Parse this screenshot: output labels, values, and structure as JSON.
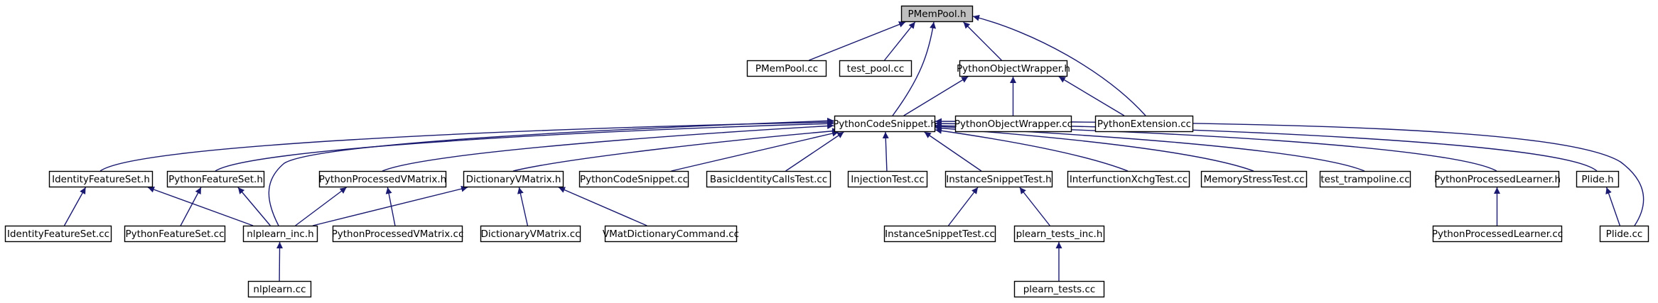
{
  "diagram": {
    "edge_color": "#191970",
    "root_fill": "#bfbfbf",
    "nodes": [
      {
        "id": "pmempool_h",
        "label": "PMemPool.h",
        "root": true
      },
      {
        "id": "pmempool_cc",
        "label": "PMemPool.cc"
      },
      {
        "id": "test_pool_cc",
        "label": "test_pool.cc"
      },
      {
        "id": "python_object_wrapper_h",
        "label": "PythonObjectWrapper.h"
      },
      {
        "id": "python_code_snippet_h",
        "label": "PythonCodeSnippet.h"
      },
      {
        "id": "python_object_wrapper_cc",
        "label": "PythonObjectWrapper.cc"
      },
      {
        "id": "python_extension_cc",
        "label": "PythonExtension.cc"
      },
      {
        "id": "identity_feature_set_h",
        "label": "IdentityFeatureSet.h"
      },
      {
        "id": "python_feature_set_h",
        "label": "PythonFeatureSet.h"
      },
      {
        "id": "python_processed_vmatrix_h",
        "label": "PythonProcessedVMatrix.h"
      },
      {
        "id": "dictionary_vmatrix_h",
        "label": "DictionaryVMatrix.h"
      },
      {
        "id": "python_code_snippet_cc",
        "label": "PythonCodeSnippet.cc"
      },
      {
        "id": "basic_identity_calls_test_cc",
        "label": "BasicIdentityCallsTest.cc"
      },
      {
        "id": "injection_test_cc",
        "label": "InjectionTest.cc"
      },
      {
        "id": "instance_snippet_test_h",
        "label": "InstanceSnippetTest.h"
      },
      {
        "id": "interfunction_xchg_test_cc",
        "label": "InterfunctionXchgTest.cc"
      },
      {
        "id": "memory_stress_test_cc",
        "label": "MemoryStressTest.cc"
      },
      {
        "id": "test_trampoline_cc",
        "label": "test_trampoline.cc"
      },
      {
        "id": "python_processed_learner_h",
        "label": "PythonProcessedLearner.h"
      },
      {
        "id": "plide_h",
        "label": "Plide.h"
      },
      {
        "id": "identity_feature_set_cc",
        "label": "IdentityFeatureSet.cc"
      },
      {
        "id": "python_feature_set_cc",
        "label": "PythonFeatureSet.cc"
      },
      {
        "id": "nlplearn_inc_h",
        "label": "nlplearn_inc.h"
      },
      {
        "id": "python_processed_vmatrix_cc",
        "label": "PythonProcessedVMatrix.cc"
      },
      {
        "id": "dictionary_vmatrix_cc",
        "label": "DictionaryVMatrix.cc"
      },
      {
        "id": "vmat_dictionary_command_cc",
        "label": "VMatDictionaryCommand.cc"
      },
      {
        "id": "instance_snippet_test_cc",
        "label": "InstanceSnippetTest.cc"
      },
      {
        "id": "plearn_tests_inc_h",
        "label": "plearn_tests_inc.h"
      },
      {
        "id": "python_processed_learner_cc",
        "label": "PythonProcessedLearner.cc"
      },
      {
        "id": "plide_cc",
        "label": "Plide.cc"
      },
      {
        "id": "nlplearn_cc",
        "label": "nlplearn.cc"
      },
      {
        "id": "plearn_tests_cc",
        "label": "plearn_tests.cc"
      }
    ],
    "edges": [
      {
        "from": "pmempool_cc",
        "to": "pmempool_h"
      },
      {
        "from": "test_pool_cc",
        "to": "pmempool_h"
      },
      {
        "from": "python_object_wrapper_h",
        "to": "pmempool_h"
      },
      {
        "from": "python_code_snippet_h",
        "to": "pmempool_h"
      },
      {
        "from": "python_extension_cc",
        "to": "pmempool_h"
      },
      {
        "from": "python_code_snippet_h",
        "to": "python_object_wrapper_h"
      },
      {
        "from": "python_object_wrapper_cc",
        "to": "python_object_wrapper_h"
      },
      {
        "from": "python_extension_cc",
        "to": "python_object_wrapper_h"
      },
      {
        "from": "identity_feature_set_h",
        "to": "python_code_snippet_h"
      },
      {
        "from": "python_feature_set_h",
        "to": "python_code_snippet_h"
      },
      {
        "from": "nlplearn_inc_h",
        "to": "python_code_snippet_h"
      },
      {
        "from": "python_processed_vmatrix_h",
        "to": "python_code_snippet_h"
      },
      {
        "from": "dictionary_vmatrix_h",
        "to": "python_code_snippet_h"
      },
      {
        "from": "python_code_snippet_cc",
        "to": "python_code_snippet_h"
      },
      {
        "from": "basic_identity_calls_test_cc",
        "to": "python_code_snippet_h"
      },
      {
        "from": "injection_test_cc",
        "to": "python_code_snippet_h"
      },
      {
        "from": "instance_snippet_test_h",
        "to": "python_code_snippet_h"
      },
      {
        "from": "interfunction_xchg_test_cc",
        "to": "python_code_snippet_h"
      },
      {
        "from": "memory_stress_test_cc",
        "to": "python_code_snippet_h"
      },
      {
        "from": "test_trampoline_cc",
        "to": "python_code_snippet_h"
      },
      {
        "from": "python_processed_learner_h",
        "to": "python_code_snippet_h"
      },
      {
        "from": "plide_h",
        "to": "python_code_snippet_h"
      },
      {
        "from": "plide_cc",
        "to": "python_code_snippet_h"
      },
      {
        "from": "identity_feature_set_cc",
        "to": "identity_feature_set_h"
      },
      {
        "from": "nlplearn_inc_h",
        "to": "identity_feature_set_h"
      },
      {
        "from": "python_feature_set_cc",
        "to": "python_feature_set_h"
      },
      {
        "from": "nlplearn_inc_h",
        "to": "python_feature_set_h"
      },
      {
        "from": "nlplearn_inc_h",
        "to": "python_processed_vmatrix_h"
      },
      {
        "from": "python_processed_vmatrix_cc",
        "to": "python_processed_vmatrix_h"
      },
      {
        "from": "nlplearn_inc_h",
        "to": "dictionary_vmatrix_h"
      },
      {
        "from": "dictionary_vmatrix_cc",
        "to": "dictionary_vmatrix_h"
      },
      {
        "from": "vmat_dictionary_command_cc",
        "to": "dictionary_vmatrix_h"
      },
      {
        "from": "instance_snippet_test_cc",
        "to": "instance_snippet_test_h"
      },
      {
        "from": "plearn_tests_inc_h",
        "to": "instance_snippet_test_h"
      },
      {
        "from": "python_processed_learner_cc",
        "to": "python_processed_learner_h"
      },
      {
        "from": "plide_cc",
        "to": "plide_h"
      },
      {
        "from": "nlplearn_cc",
        "to": "nlplearn_inc_h"
      },
      {
        "from": "plearn_tests_cc",
        "to": "plearn_tests_inc_h"
      }
    ]
  }
}
